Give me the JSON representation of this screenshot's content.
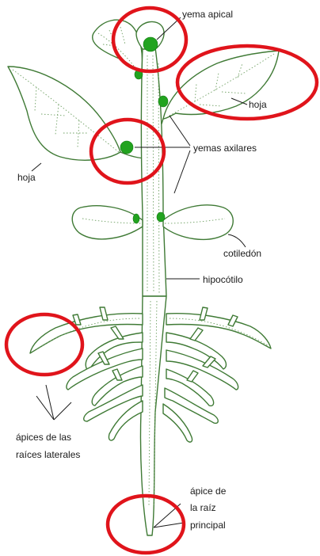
{
  "labels": {
    "apical_bud": "yema apical",
    "leaf_right": "hoja",
    "leaf_left": "hoja",
    "axillary_buds": "yemas axilares",
    "cotyledon": "cotiledón",
    "hypocotyl": "hipocótilo",
    "lateral_root_tips_line1": "ápices de las",
    "lateral_root_tips_line2": "raíces laterales",
    "main_root_tip_line1": "ápice de",
    "main_root_tip_line2": "la raíz",
    "main_root_tip_line3": "principal"
  },
  "colors": {
    "plant_outline": "#3f7a35",
    "bud_fill": "#22a31f",
    "highlight_circle": "#e0141b",
    "label_text": "#1a1a1a"
  }
}
